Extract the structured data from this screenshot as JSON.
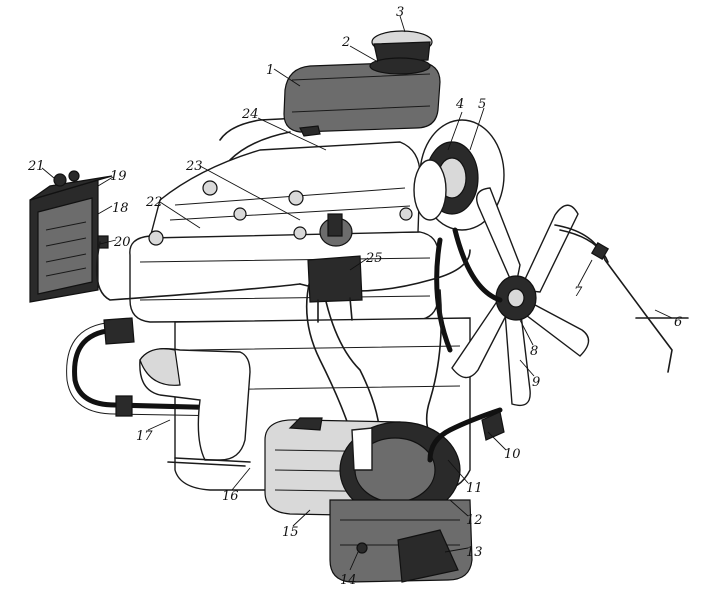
{
  "labels": [
    {
      "id": "l1",
      "text": "1"
    },
    {
      "id": "l2",
      "text": "2"
    },
    {
      "id": "l3",
      "text": "3"
    },
    {
      "id": "l4",
      "text": "4"
    },
    {
      "id": "l5",
      "text": "5"
    },
    {
      "id": "l6",
      "text": "6"
    },
    {
      "id": "l7",
      "text": "7"
    },
    {
      "id": "l8",
      "text": "8"
    },
    {
      "id": "l9",
      "text": "9"
    },
    {
      "id": "l10",
      "text": "10"
    },
    {
      "id": "l11",
      "text": "11"
    },
    {
      "id": "l12",
      "text": "12"
    },
    {
      "id": "l13",
      "text": "13"
    },
    {
      "id": "l14",
      "text": "14"
    },
    {
      "id": "l15",
      "text": "15"
    },
    {
      "id": "l16",
      "text": "16"
    },
    {
      "id": "l17",
      "text": "17"
    },
    {
      "id": "l18",
      "text": "18"
    },
    {
      "id": "l19",
      "text": "19"
    },
    {
      "id": "l20",
      "text": "20"
    },
    {
      "id": "l21",
      "text": "21"
    },
    {
      "id": "l22",
      "text": "22"
    },
    {
      "id": "l23",
      "text": "23"
    },
    {
      "id": "l24",
      "text": "24"
    },
    {
      "id": "l25",
      "text": "25"
    }
  ]
}
